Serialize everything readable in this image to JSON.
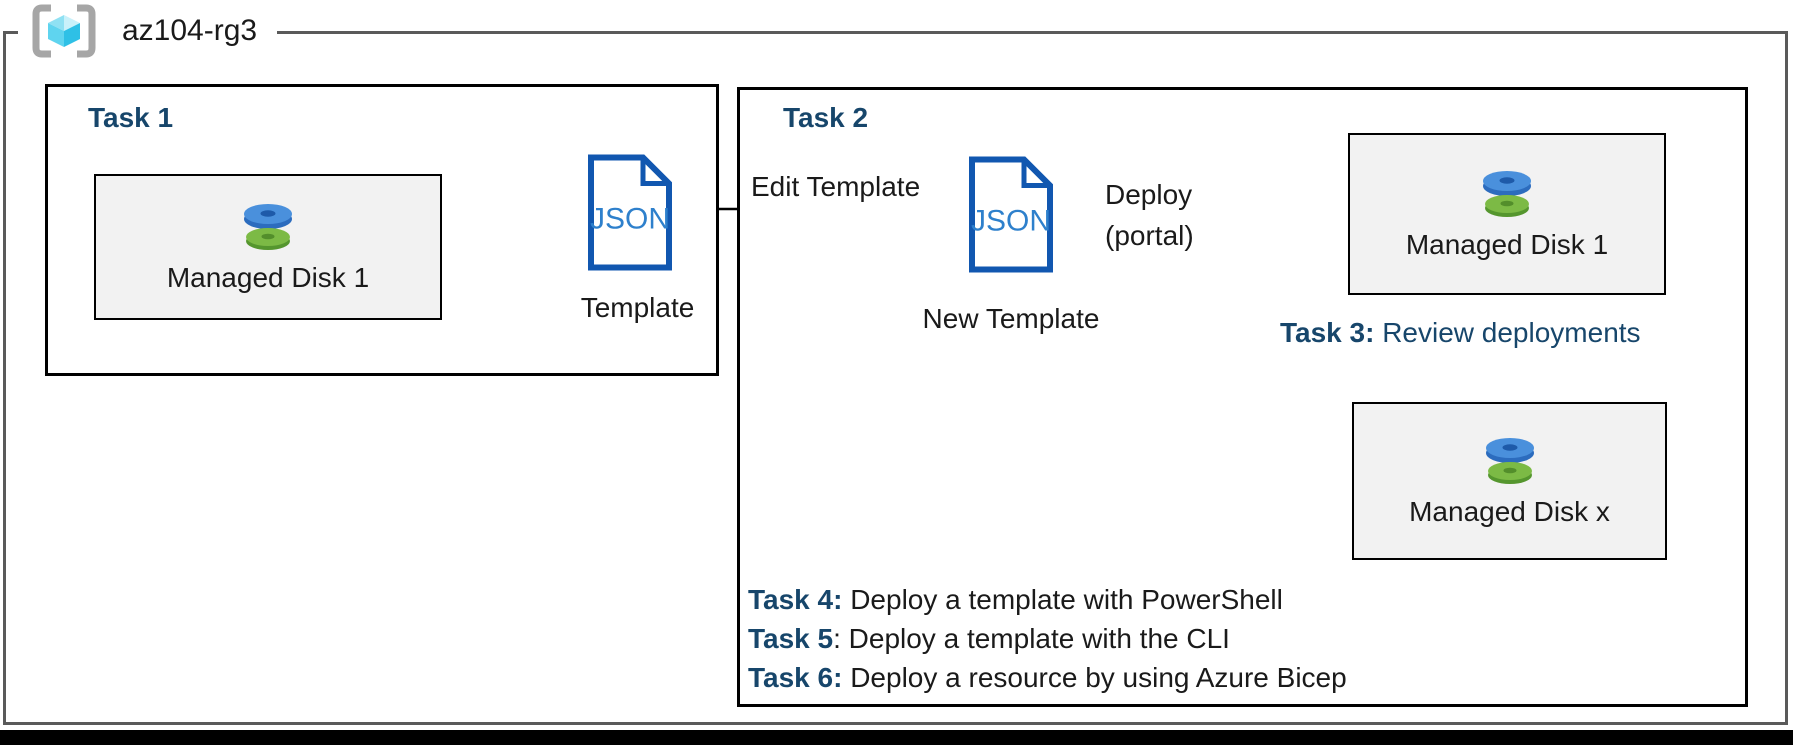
{
  "resource_group": {
    "name": "az104-rg3"
  },
  "task1": {
    "title": "Task 1",
    "disk_card": {
      "label": "Managed Disk 1"
    },
    "template": {
      "icon_text": "JSON",
      "label": "Template"
    }
  },
  "task2": {
    "title": "Task 2",
    "edit_arrow_label": "Edit Template",
    "deploy_arrow_label": "Deploy",
    "deploy_arrow_sublabel": "(portal)",
    "new_template": {
      "icon_text": "JSON",
      "label": "New Template"
    },
    "disk_card_top": {
      "label": "Managed Disk 1"
    },
    "disk_card_bottom": {
      "label": "Managed Disk x"
    },
    "task3": {
      "prefix": "Task 3:",
      "text": " Review deployments"
    },
    "task_list": [
      {
        "prefix": "Task 4:",
        "text": " Deploy a template with PowerShell"
      },
      {
        "prefix": "Task 5",
        "text": ": Deploy a template with the CLI"
      },
      {
        "prefix": "Task 6:",
        "text": " Deploy a resource by using Azure Bicep"
      }
    ]
  },
  "colors": {
    "heading_blue": "#17466B",
    "json_icon_border": "#1157B0",
    "json_icon_text": "#2E80CC",
    "disk_blue": "#4A90DC",
    "disk_green": "#7CBA45",
    "card_fill": "#F2F2F2",
    "outer_border_gray": "#5A5A5A",
    "bottom_bar": "#000000"
  }
}
